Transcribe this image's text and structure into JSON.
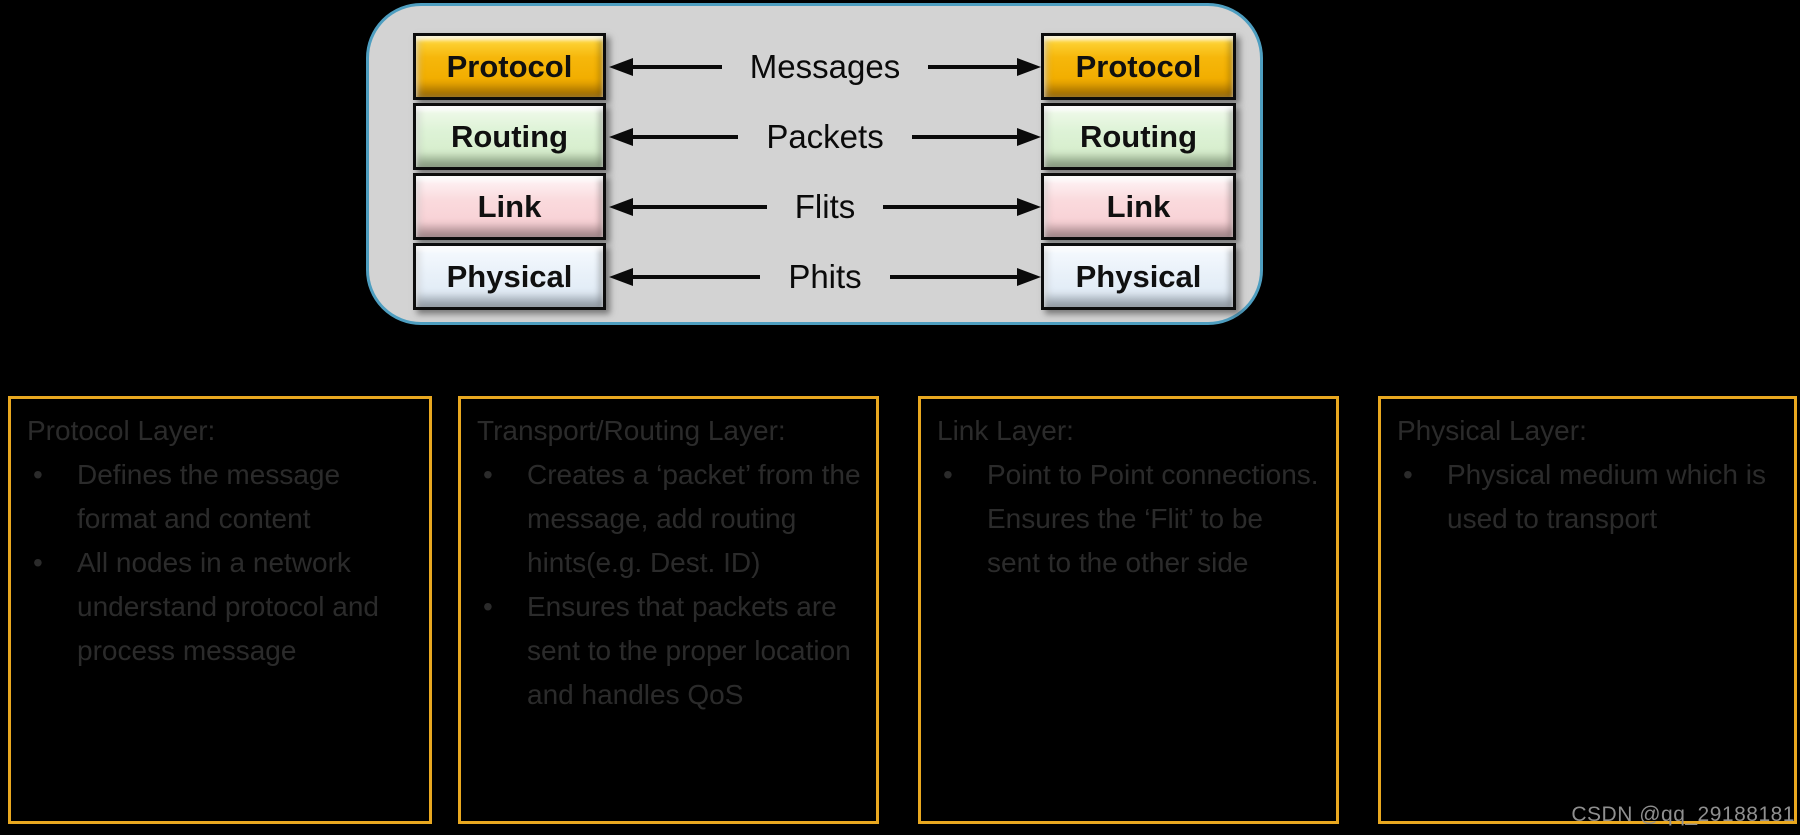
{
  "diagram": {
    "layers": [
      {
        "label": "Protocol",
        "color": "#F6B70B"
      },
      {
        "label": "Routing",
        "color": "#DEF3D7"
      },
      {
        "label": "Link",
        "color": "#FADADD"
      },
      {
        "label": "Physical",
        "color": "#E9F1F9"
      }
    ],
    "exchanges": [
      "Messages",
      "Packets",
      "Flits",
      "Phits"
    ],
    "panel_fill": "#D3D3D3",
    "panel_border": "#4E9EC0"
  },
  "notes": {
    "border_color": "#E9A820",
    "boxes": [
      {
        "heading": "Protocol Layer:",
        "bullets": [
          "Defines the message format and content",
          "All nodes in a network understand protocol and process message"
        ]
      },
      {
        "heading": "Transport/Routing Layer:",
        "bullets": [
          "Creates a ‘packet’ from the message, add routing hints(e.g. Dest. ID)",
          "Ensures that packets are sent to the proper location and handles QoS"
        ]
      },
      {
        "heading": "Link Layer:",
        "bullets": [
          "Point to Point connections. Ensures the ‘Flit’ to be sent to the other side"
        ]
      },
      {
        "heading": "Physical Layer:",
        "bullets": [
          "Physical medium which is used to transport"
        ]
      }
    ]
  },
  "watermark": "CSDN @qq_29188181"
}
